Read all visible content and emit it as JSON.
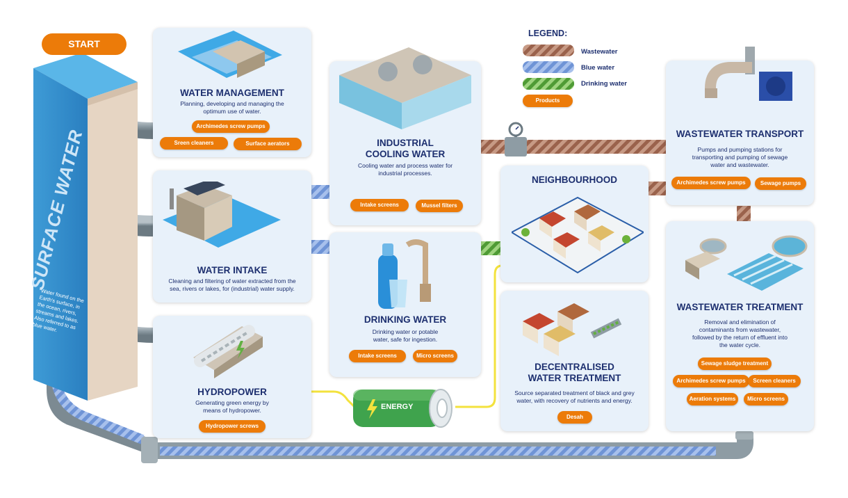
{
  "start_label": "START",
  "surface_water": {
    "title": "SURFACE WATER",
    "description": "Water found on the Earth's surface, in the ocean, rivers, streams and lakes. Also referred to as blue water."
  },
  "legend": {
    "title": "LEGEND:",
    "items": [
      {
        "label": "Wastewater",
        "color": "#a46a54"
      },
      {
        "label": "Blue water",
        "color": "#7aa0dc"
      },
      {
        "label": "Drinking water",
        "color": "#62b042"
      }
    ],
    "products_label": "Products"
  },
  "cards": {
    "water_management": {
      "title": "WATER MANAGEMENT",
      "description": "Planning, developing and managing the optimum use of water.",
      "products": [
        "Archimedes screw pumps",
        "Sreen cleaners",
        "Surface aerators"
      ]
    },
    "water_intake": {
      "title": "WATER INTAKE",
      "description": "Cleaning and filtering of water extracted from the sea, rivers or lakes, for (industrial) water supply.",
      "products": []
    },
    "hydropower": {
      "title": "HYDROPOWER",
      "description": "Generating green energy by means of hydropower.",
      "products": [
        "Hydropower screws"
      ]
    },
    "industrial_cooling": {
      "title_line1": "INDUSTRIAL",
      "title_line2": "COOLING WATER",
      "description": "Cooling water and process water for industrial processes.",
      "products": [
        "Intake screens",
        "Mussel filters"
      ]
    },
    "drinking_water": {
      "title": "DRINKING WATER",
      "description": "Drinking water or potable water, safe for ingestion.",
      "products": [
        "Intake screens",
        "Micro screens"
      ]
    },
    "neighbourhood": {
      "title": "NEIGHBOURHOOD"
    },
    "decentralised": {
      "title_line1": "DECENTRALISED",
      "title_line2": "WATER TREATMENT",
      "description": "Source separated treatment of black and grey water, with recovery of nutrients and energy.",
      "products": [
        "Desah"
      ]
    },
    "wastewater_transport": {
      "title": "WASTEWATER TRANSPORT",
      "description": "Pumps and pumping stations for transporting and pumping of sewage water and wastewater.",
      "products": [
        "Archimedes screw pumps",
        "Sewage pumps"
      ]
    },
    "wastewater_treatment": {
      "title": "WASTEWATER TREATMENT",
      "description": "Removal and elimination of contaminants from wastewater, followed by the return of effluent into the water cycle.",
      "products": [
        "Sewage sludge treatment",
        "Archimedes screw pumps",
        "Screen cleaners",
        "Aeration systems",
        "Micro screens"
      ]
    }
  },
  "energy_label": "ENERGY",
  "colors": {
    "card_bg": "#e8f1fa",
    "title": "#1d2f6f",
    "orange": "#ec7b09",
    "pipe_grey": "#8e9ca4",
    "blue_water": "#7aa0dc",
    "wastewater": "#a46a54",
    "drinking": "#62b042",
    "energy_line": "#f3e23d"
  }
}
